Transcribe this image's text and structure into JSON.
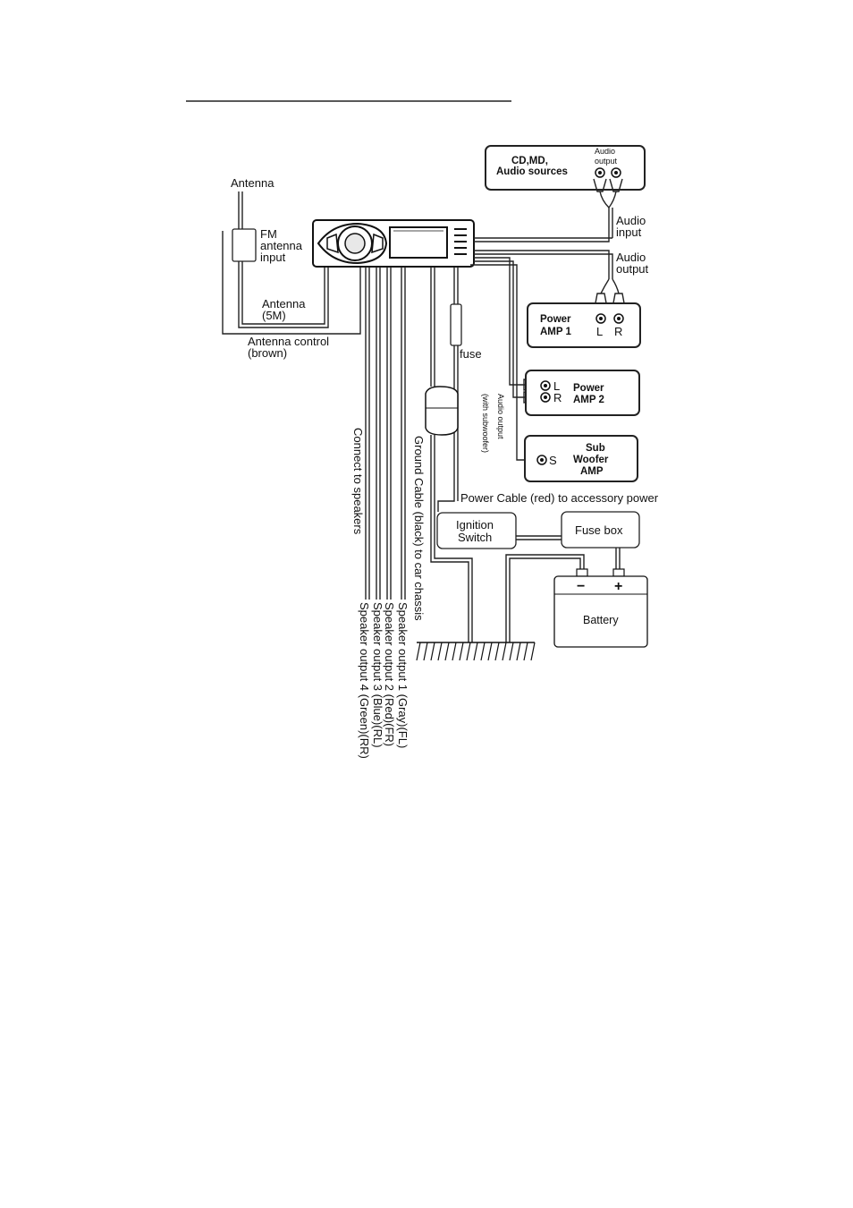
{
  "labels": {
    "antenna": "Antenna",
    "fm_input": [
      "FM",
      "antenna",
      "input"
    ],
    "antenna_5m": [
      "Antenna",
      "(5M)"
    ],
    "antenna_control": [
      "Antenna control",
      "(brown)"
    ],
    "audio_sources": [
      "CD,MD,",
      "Audio sources"
    ],
    "audio_output_top": [
      "Audio",
      "output"
    ],
    "audio_input": [
      "Audio",
      "input"
    ],
    "audio_output_right": [
      "Audio",
      "output"
    ],
    "amp1": [
      "Power",
      "AMP 1"
    ],
    "amp1_lr": [
      "L",
      "R"
    ],
    "amp2": [
      "Power",
      "AMP 2"
    ],
    "amp2_lr": [
      "L",
      "R"
    ],
    "sub": [
      "Sub",
      "Woofer",
      "AMP"
    ],
    "sub_s": "S",
    "audio_out_sub": "Audio output",
    "with_sub": "(with subwoofer)",
    "fuse": "fuse",
    "power_cable": "Power Cable (red) to accessory power",
    "ignition": [
      "Ignition",
      "Switch"
    ],
    "fuse_box": "Fuse box",
    "battery": "Battery",
    "minus": "−",
    "plus": "+",
    "ground_cable": "Ground Cable (black) to car chassis",
    "connect_speakers": "Connect to speakers",
    "speaker_outputs": [
      "Speaker output 1 (Gray)(FL)",
      "Speaker output 2 (Red)(FR)",
      "Speaker output 3 (Blue)(RL)",
      "Speaker output 4 (Green)(RR)"
    ]
  }
}
